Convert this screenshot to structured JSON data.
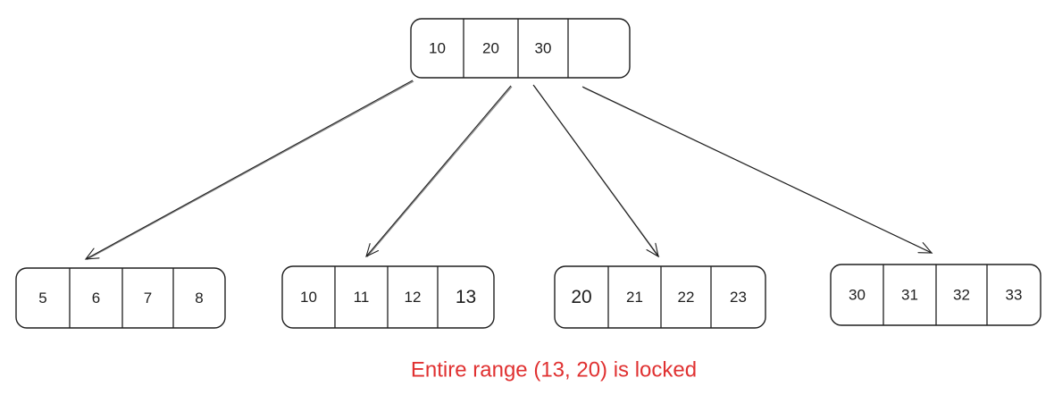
{
  "colors": {
    "stroke": "#1e1e1e",
    "highlight": "#e03131",
    "caption": "#e03131"
  },
  "root": {
    "keys": [
      "10",
      "20",
      "30",
      ""
    ]
  },
  "leaves": [
    {
      "keys": [
        "5",
        "6",
        "7",
        "8"
      ],
      "highlight": []
    },
    {
      "keys": [
        "10",
        "11",
        "12",
        "13"
      ],
      "highlight": [
        3
      ]
    },
    {
      "keys": [
        "20",
        "21",
        "22",
        "23"
      ],
      "highlight": [
        0
      ]
    },
    {
      "keys": [
        "30",
        "31",
        "32",
        "33"
      ],
      "highlight": []
    }
  ],
  "caption": "Entire range (13, 20) is locked"
}
